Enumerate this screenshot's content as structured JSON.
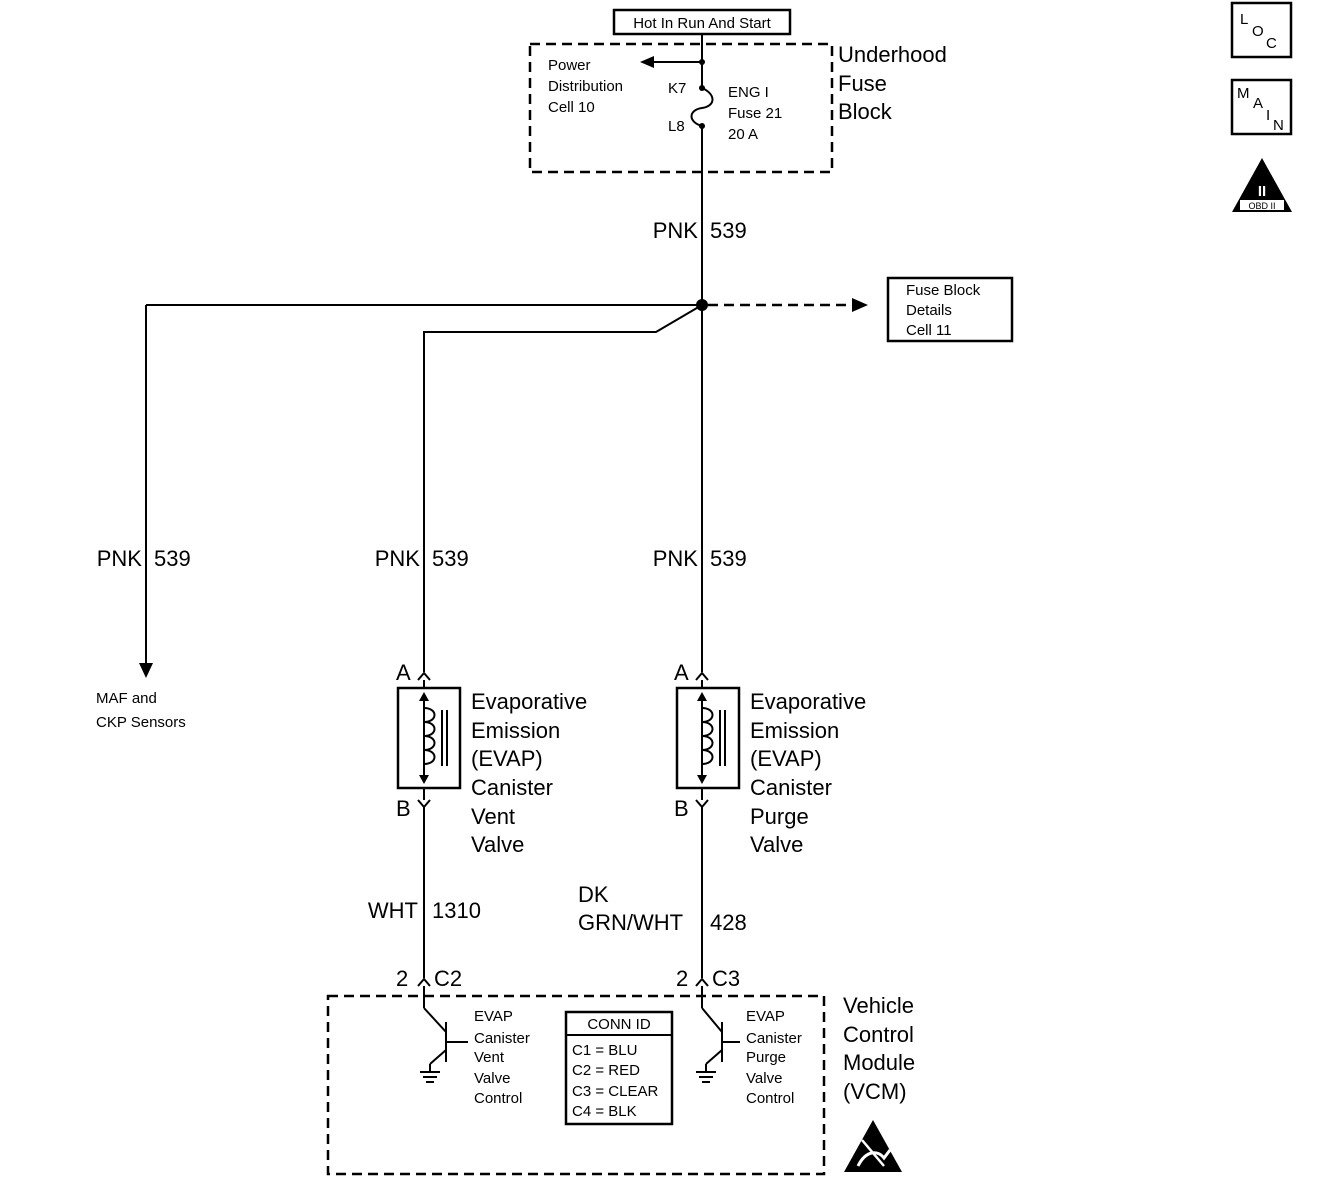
{
  "header_label": "Hot In Run And Start",
  "fuse_block": {
    "title_lines": [
      "Underhood",
      "Fuse",
      "Block"
    ],
    "power_dist_lines": [
      "Power",
      "Distribution",
      "Cell 10"
    ],
    "pin_top": "K7",
    "pin_bottom": "L8",
    "fuse_lines": [
      "ENG I",
      "Fuse 21",
      "20 A"
    ]
  },
  "wires": {
    "main": {
      "color": "PNK",
      "circuit": "539"
    },
    "left": {
      "color": "PNK",
      "circuit": "539"
    },
    "vent_supply": {
      "color": "PNK",
      "circuit": "539"
    },
    "purge_supply": {
      "color": "PNK",
      "circuit": "539"
    },
    "vent_out": {
      "color": "WHT",
      "circuit": "1310"
    },
    "purge_out": {
      "color_line1": "DK",
      "color_line2": "GRN/WHT",
      "circuit": "428"
    }
  },
  "ref_box_lines": [
    "Fuse Block",
    "Details",
    "Cell 11"
  ],
  "left_dest_lines": [
    "MAF and",
    "CKP Sensors"
  ],
  "vent_valve": {
    "pin_a": "A",
    "pin_b": "B",
    "label_lines": [
      "Evaporative",
      "Emission",
      "(EVAP)",
      "Canister",
      "Vent",
      "Valve"
    ]
  },
  "purge_valve": {
    "pin_a": "A",
    "pin_b": "B",
    "label_lines": [
      "Evaporative",
      "Emission",
      "(EVAP)",
      "Canister",
      "Purge",
      "Valve"
    ]
  },
  "vcm": {
    "title_lines": [
      "Vehicle",
      "Control",
      "Module",
      "(VCM)"
    ],
    "conn_vent": {
      "pin": "2",
      "connector": "C2"
    },
    "conn_purge": {
      "pin": "2",
      "connector": "C3"
    },
    "vent_driver_lines": [
      "EVAP",
      "Canister",
      "Vent",
      "Valve",
      "Control"
    ],
    "purge_driver_lines": [
      "EVAP",
      "Canister",
      "Purge",
      "Valve",
      "Control"
    ],
    "conn_id": {
      "title": "CONN ID",
      "rows": [
        "C1 = BLU",
        "C2 = RED",
        "C3 = CLEAR",
        "C4 = BLK"
      ]
    }
  },
  "icons": {
    "loc": [
      "L",
      "O",
      "C"
    ],
    "main": [
      "M",
      "A",
      "I",
      "N"
    ],
    "obd_numeral": "II",
    "obd_label": "OBD II"
  }
}
